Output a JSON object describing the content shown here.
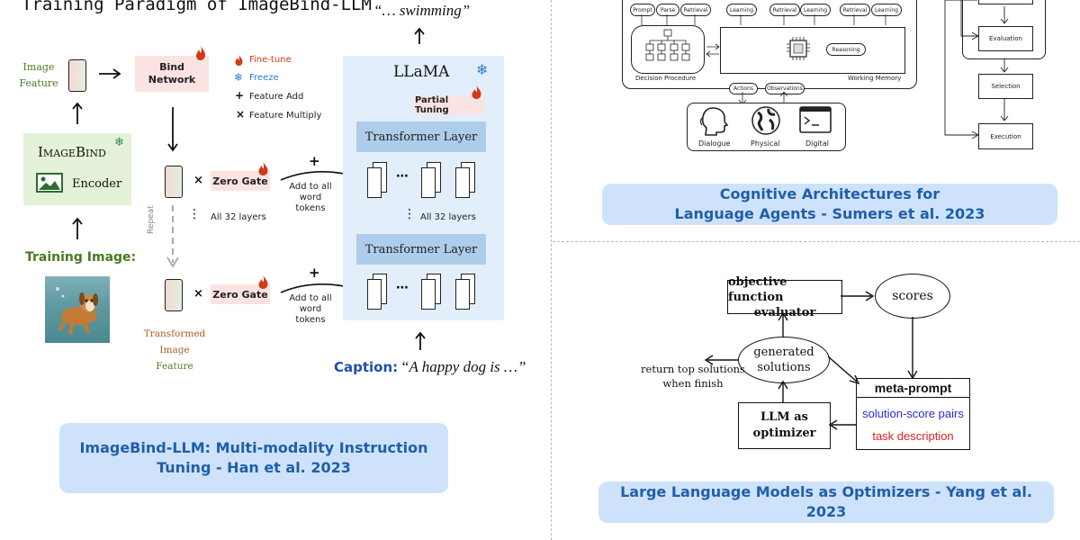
{
  "left": {
    "title": "Training Paradigm of ImageBind-LLM",
    "top_quote": "“… swimming”",
    "image_feature": [
      "Image",
      "Feature"
    ],
    "bind_network": [
      "Bind",
      "Network"
    ],
    "legend": {
      "finetune": "Fine-tune",
      "freeze": "Freeze",
      "add": "Feature Add",
      "multiply": "Feature Multiply"
    },
    "llama": "LLaMA",
    "partial_tuning": "Partial Tuning",
    "transformer_layer_1": "Transformer Layer",
    "transformer_layer_2": "Transformer Layer",
    "imagebind": "ImageBind",
    "encoder": "Encoder",
    "zero_gate_1": "Zero Gate",
    "zero_gate_2": "Zero Gate",
    "add_to_all_1": [
      "Add to all",
      "word tokens"
    ],
    "add_to_all_2": [
      "Add to all",
      "word tokens"
    ],
    "all32_left": "All 32 layers",
    "all32_right": "All 32 layers",
    "repeat": "Repeat",
    "training_image": "Training Image:",
    "transformed": [
      "Transformed",
      "Image",
      "Feature"
    ],
    "caption_label": "Caption:",
    "caption_text": "“A happy dog is …”",
    "mult": "×",
    "plus": "+",
    "dots": "⋯",
    "vdots": "⋮",
    "box_caption": [
      "ImageBind-LLM: Multi-modality Instruction",
      "Tuning - Han et al. 2023"
    ]
  },
  "top_right": {
    "nodes": [
      "Prompt",
      "Parse",
      "Retrieval",
      "Learning",
      "Retrieval",
      "Learning",
      "Retrieval",
      "Learning"
    ],
    "reasoning": "Reasoning",
    "decision_procedure": "Decision Procedure",
    "working_memory": "Working Memory",
    "actions": "Actions",
    "observations": "Observations",
    "env": [
      "Dialogue",
      "Physical",
      "Digital"
    ],
    "flow": [
      "Evaluation",
      "Selection",
      "Execution"
    ],
    "box_caption": [
      "Cognitive Architectures for",
      "Language Agents - Sumers et al. 2023"
    ]
  },
  "bottom_right": {
    "objective": [
      "objective function",
      "evaluator"
    ],
    "scores": "scores",
    "generated": [
      "generated",
      "solutions"
    ],
    "return_top": [
      "return top solutions",
      "when finish"
    ],
    "meta_prompt": "meta-prompt",
    "solution_score": "solution-score pairs",
    "task_description": "task description",
    "llm": [
      "LLM as",
      "optimizer"
    ],
    "box_caption": "Large Language Models as Optimizers - Yang et al. 2023"
  },
  "colors": {
    "caption_bg": "#cfe2fb",
    "caption_text": "#1f5fa8",
    "green_label": "#4a7a1f",
    "fire": "#d13a1a",
    "freeze": "#2a7fd4",
    "llama_bg": "#e2eef9",
    "transformer_bg": "#aecdea",
    "pink_box": "#fbe3e2",
    "caption_label": "#1f4fa8",
    "solution_score": "#2a2ad8",
    "task_description": "#e02020"
  }
}
